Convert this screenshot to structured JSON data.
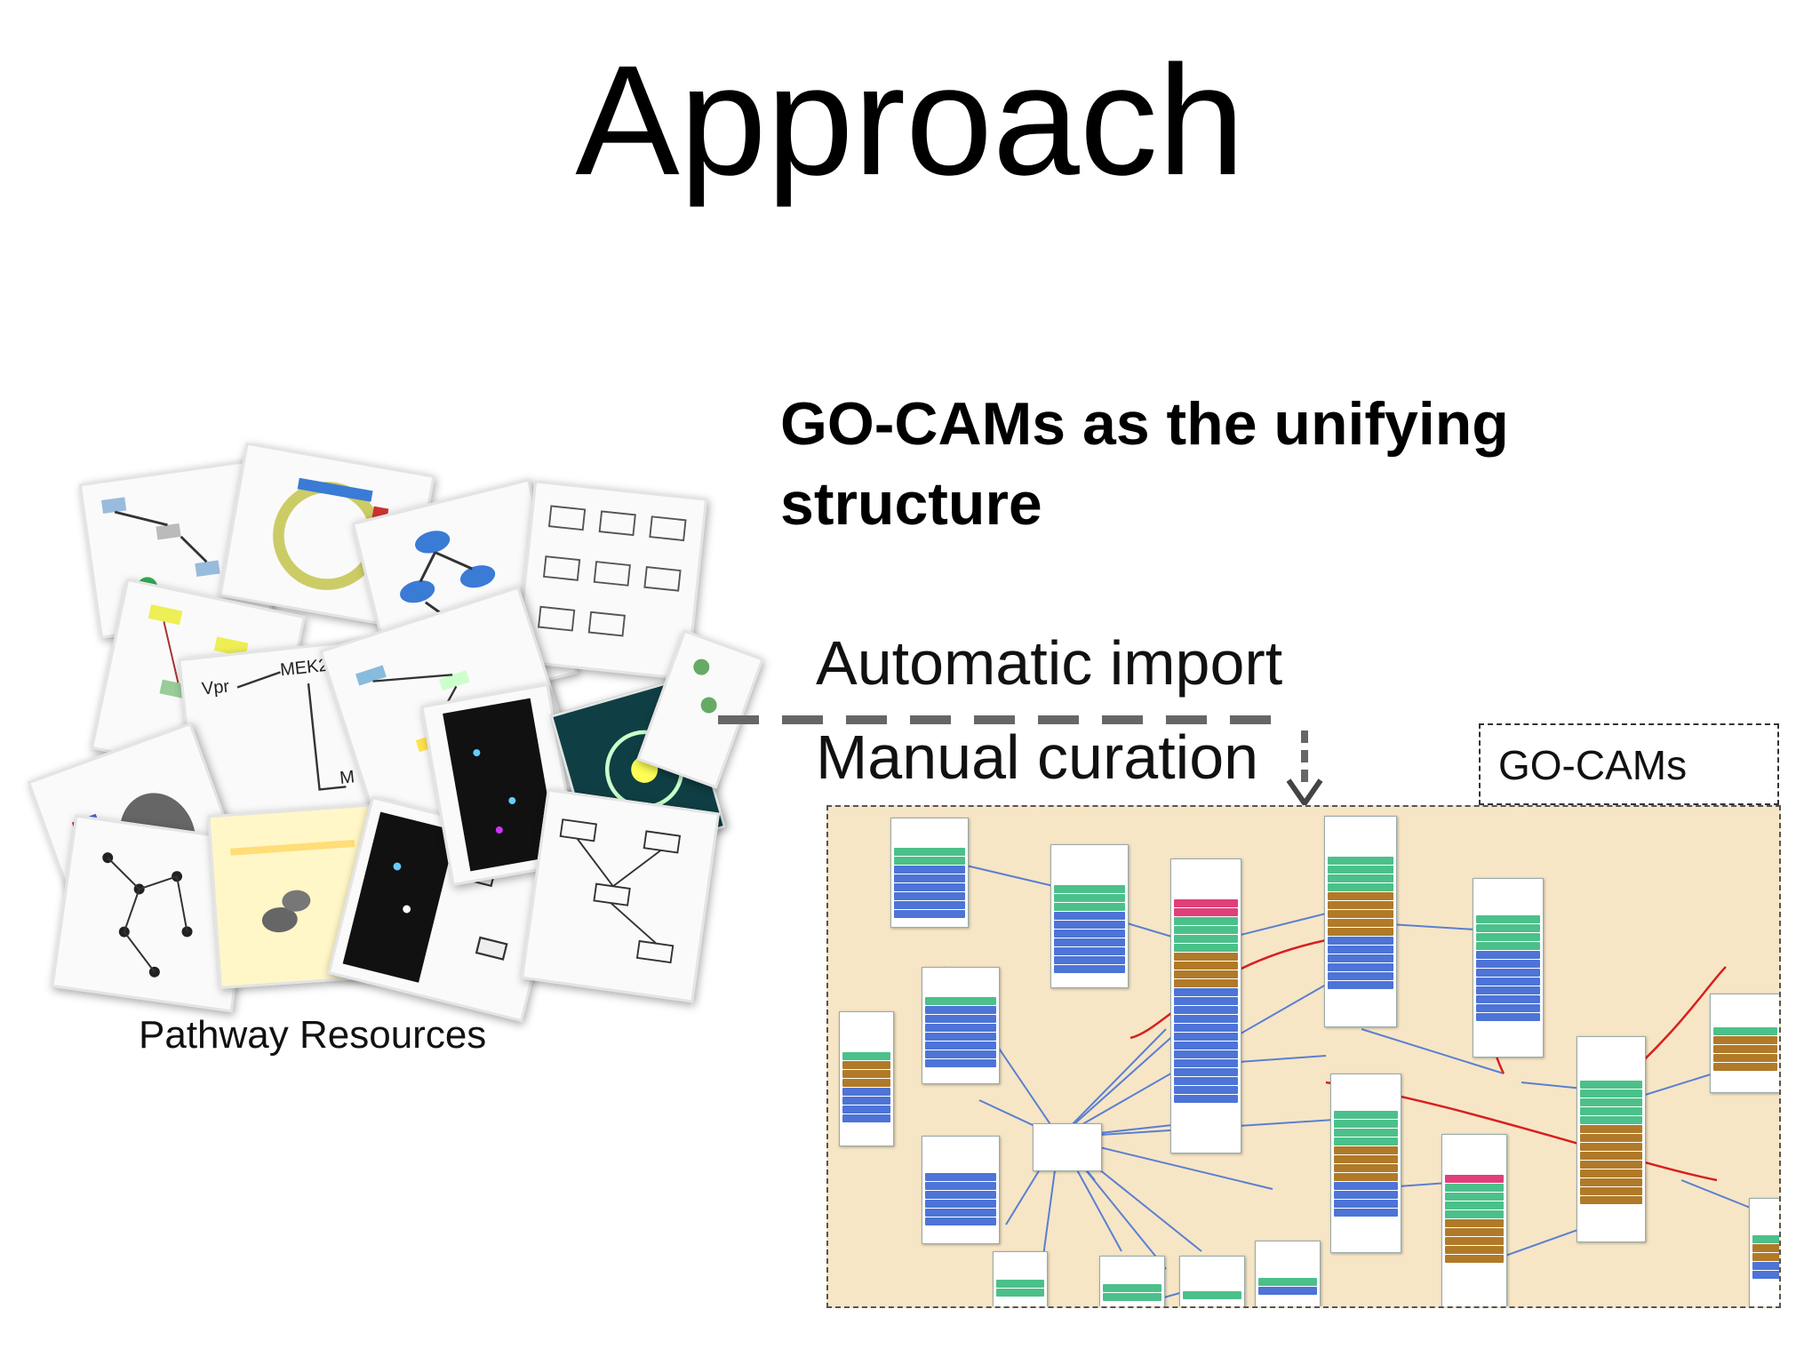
{
  "title": "Approach",
  "subtitle": "GO-CAMs as the unifying structure",
  "labels": {
    "automatic_import": "Automatic import",
    "manual_curation": "Manual curation",
    "gocams": "GO-CAMs",
    "pathway_resources": "Pathway Resources"
  },
  "colors": {
    "panel_background": "#f6e6c6",
    "node_green": "#4cc08a",
    "node_blue": "#4d74d6",
    "node_brown": "#b07a28",
    "node_pink": "#e0407a",
    "edge_blue": "#5b7fd0",
    "edge_red": "#d82020"
  },
  "icons": {
    "arrow": "down-arrow-icon",
    "separator": "dashed-line"
  }
}
